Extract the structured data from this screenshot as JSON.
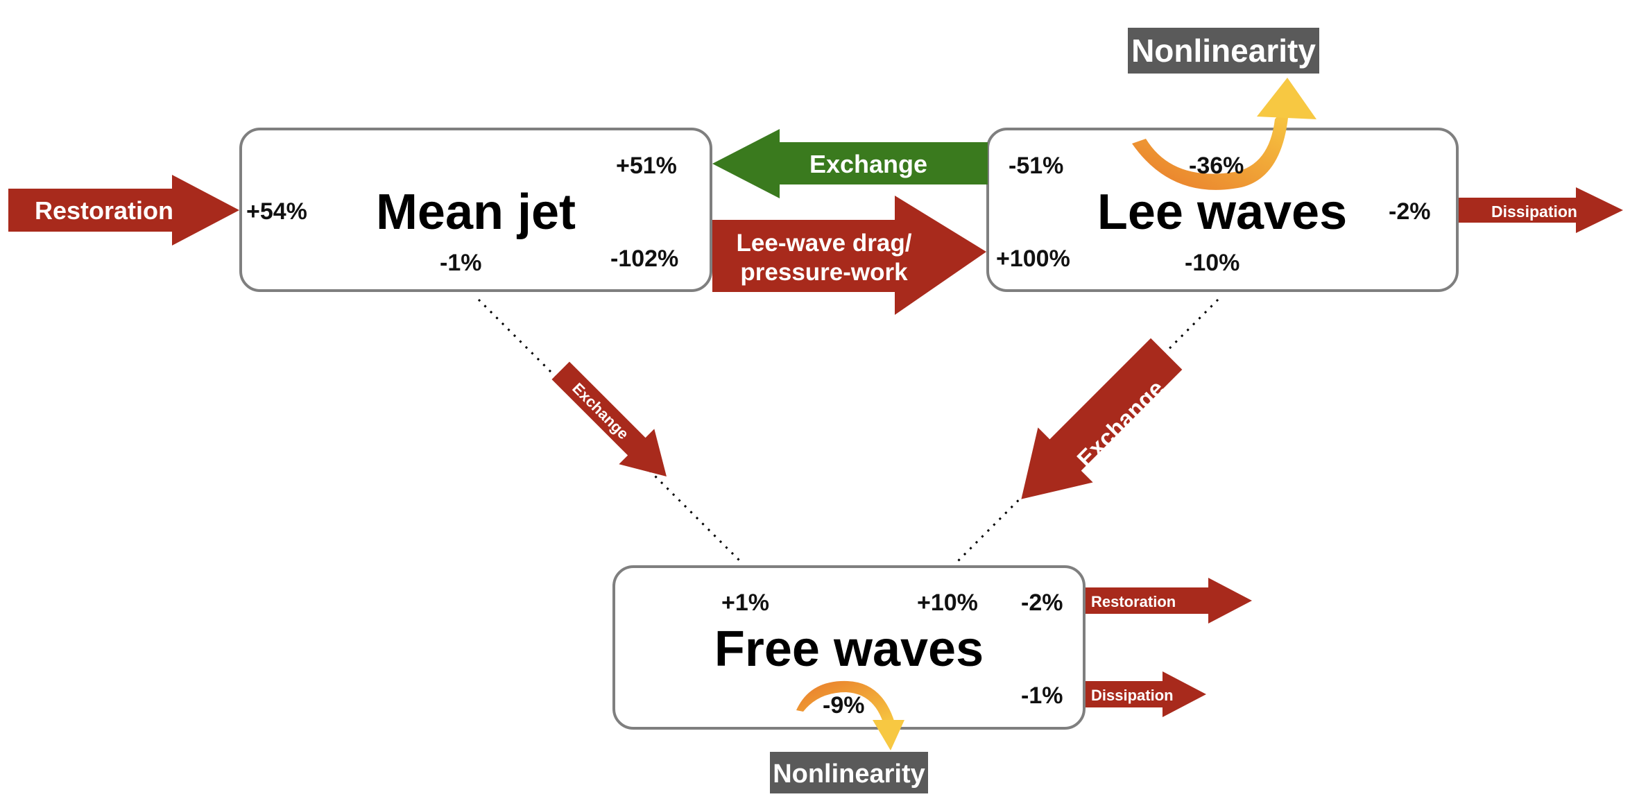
{
  "colors": {
    "red_arrow": "#a82a1c",
    "green_arrow": "#3a7a1e",
    "box_border": "#7f7f7f",
    "tag_bg": "#5a5a5a",
    "curve_start": "#e8792a",
    "curve_end": "#f7c842"
  },
  "boxes": {
    "mean_jet": {
      "title": "Mean jet",
      "pct_restoration": "+54%",
      "pct_exchange_in": "+51%",
      "pct_lee_drag": "-102%",
      "pct_free_exchange": "-1%"
    },
    "lee_waves": {
      "title": "Lee waves",
      "pct_exchange_out": "-51%",
      "pct_nonlinearity": "-36%",
      "pct_dissipation": "-2%",
      "pct_lee_drag": "+100%",
      "pct_free_exchange": "-10%"
    },
    "free_waves": {
      "title": "Free waves",
      "pct_from_mean": "+1%",
      "pct_from_lee": "+10%",
      "pct_restoration": "-2%",
      "pct_dissipation": "-1%",
      "pct_nonlinearity": "-9%"
    }
  },
  "arrows": {
    "restoration_in": "Restoration",
    "exchange_lee_to_mean": "Exchange",
    "lee_wave_drag_line1": "Lee-wave drag/",
    "lee_wave_drag_line2": "pressure-work",
    "dissipation_lee": "Dissipation",
    "exchange_mean_to_free": "Exchange",
    "exchange_lee_to_free": "Exchange",
    "restoration_free": "Restoration",
    "dissipation_free": "Dissipation"
  },
  "tags": {
    "nonlinearity_lee": "Nonlinearity",
    "nonlinearity_free": "Nonlinearity"
  }
}
